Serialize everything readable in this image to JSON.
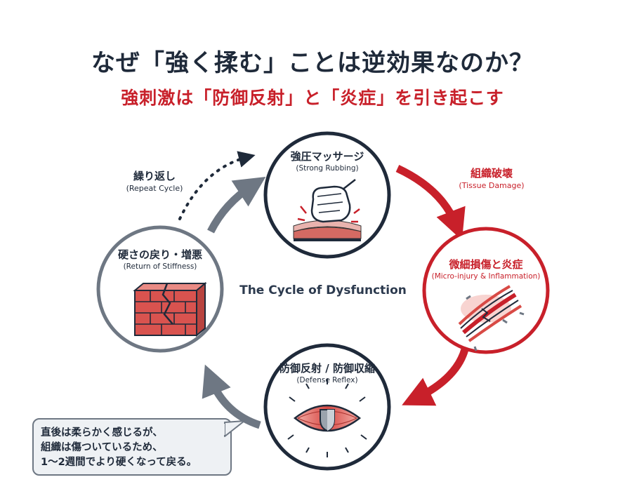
{
  "title": "なぜ「強く揉む」ことは逆効果なのか？",
  "subtitle": "強刺激は「防御反射」と「炎症」を引き起こす",
  "center_label": "The Cycle of Dysfunction",
  "nodes": {
    "top": {
      "title": "強圧マッサージ",
      "sub": "(Strong Rubbing)"
    },
    "right": {
      "title": "微細損傷と炎症",
      "sub": "(Micro-injury & Inflammation)"
    },
    "bottom": {
      "title": "防御反射 / 防御収縮",
      "sub": "(Defense Reflex)"
    },
    "left": {
      "title": "硬さの戻り・増悪",
      "sub": "(Return of Stiffness)"
    }
  },
  "arrows": {
    "tissue_damage": {
      "title": "組織破壊",
      "sub": "(Tissue Damage)"
    },
    "repeat_cycle": {
      "title": "繰り返し",
      "sub": "(Repeat Cycle)"
    }
  },
  "callout": {
    "lines": [
      "直後は柔らかく感じるが、",
      "組織は傷ついているため、",
      "1〜2週間でより硬くなって戻る。"
    ]
  },
  "colors": {
    "dark": "#1f2a3a",
    "red": "#c8202a",
    "gray": "#6e7783"
  }
}
